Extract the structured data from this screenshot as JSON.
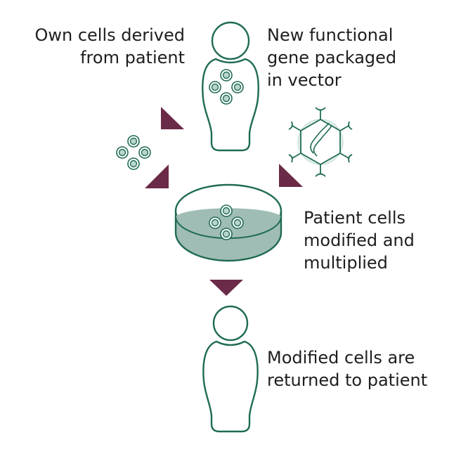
{
  "colors": {
    "stroke": "#1f6b55",
    "cell_fill": "#b9d6cd",
    "dish_fill": "#9fbdb5",
    "arrow": "#6b2a47",
    "text": "#1e1e1e"
  },
  "labels": {
    "own_cells": [
      "Own cells derived",
      "from patient"
    ],
    "new_gene": [
      "New functional",
      "gene packaged",
      "in vector"
    ],
    "patient_cells": [
      "Patient cells",
      "modified and",
      "multiplied"
    ],
    "returned": [
      "Modified cells are",
      "returned to patient"
    ]
  },
  "icons": {
    "patient_top": "person-with-cells-icon",
    "cell_cluster": "cell-cluster-icon",
    "vector": "viral-vector-icon",
    "dish": "petri-dish-icon",
    "patient_bottom": "person-icon",
    "arrows": "triangle-arrow-icon"
  }
}
